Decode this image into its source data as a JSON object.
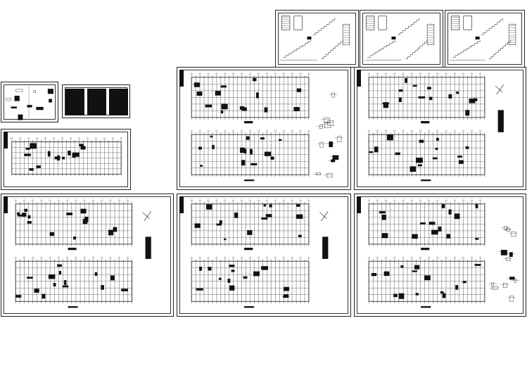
{
  "canvas": {
    "background": "#ffffff",
    "line_color": "#111111"
  },
  "sheets": [
    {
      "id": "stair-detail-1"
    },
    {
      "id": "stair-detail-2"
    },
    {
      "id": "stair-detail-3"
    },
    {
      "id": "small-detail-sheet"
    },
    {
      "id": "notes-sheet-dark"
    },
    {
      "id": "long-plan-sheet"
    },
    {
      "id": "plan-sheet-top-middle"
    },
    {
      "id": "plan-sheet-top-right"
    },
    {
      "id": "plan-sheet-bottom-left"
    },
    {
      "id": "plan-sheet-bottom-middle"
    },
    {
      "id": "plan-sheet-bottom-right"
    }
  ]
}
